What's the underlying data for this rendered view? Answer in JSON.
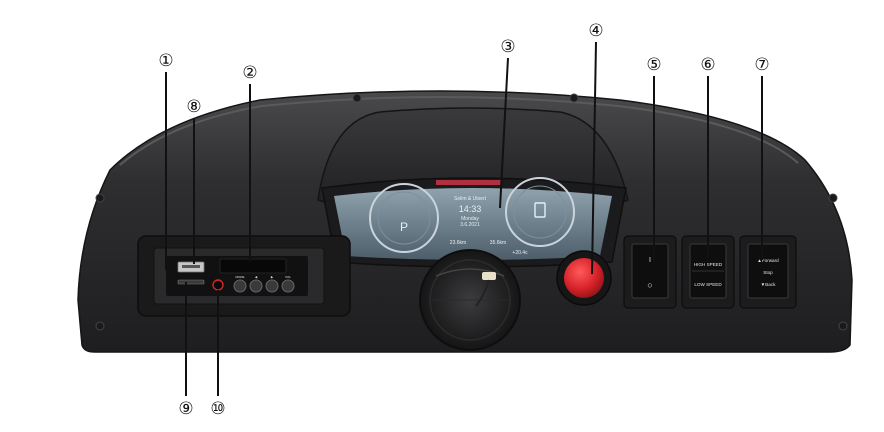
{
  "callouts": [
    {
      "id": "c1",
      "label": "①"
    },
    {
      "id": "c2",
      "label": "②"
    },
    {
      "id": "c3",
      "label": "③"
    },
    {
      "id": "c4",
      "label": "④"
    },
    {
      "id": "c5",
      "label": "⑤"
    },
    {
      "id": "c6",
      "label": "⑥"
    },
    {
      "id": "c7",
      "label": "⑦"
    },
    {
      "id": "c8",
      "label": "⑧"
    },
    {
      "id": "c9",
      "label": "⑨"
    },
    {
      "id": "c10",
      "label": "⑩"
    }
  ],
  "cluster": {
    "header": "Selim & Utsert",
    "time": "14:33",
    "day": "Monday",
    "date": "3.6.2021",
    "gear": "P",
    "odo": "23.6km",
    "trip": "35.6km",
    "temp": "+20.4c"
  },
  "mp3": {
    "buttons": [
      "MODE",
      "◀",
      "▶",
      "VOL"
    ]
  },
  "speed_switch": {
    "high": "HIGH SPEED",
    "low": "LOW SPEED"
  },
  "power_switch": {
    "off": "○",
    "on": "I"
  },
  "direction_switch": {
    "forward": "▲Forward",
    "stop": "Stop",
    "back": "▼Back"
  },
  "colors": {
    "dash": "#2f2f31",
    "red_button": "#d8232a",
    "callout_line": "#111111"
  }
}
